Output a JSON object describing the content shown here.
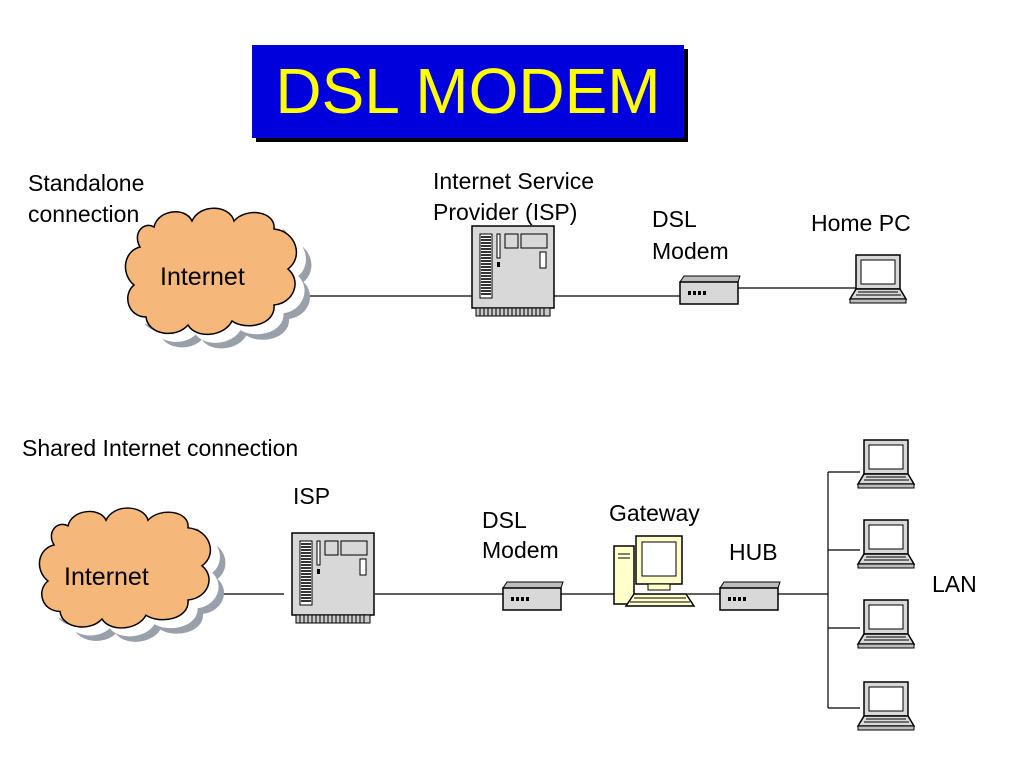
{
  "title": "DSL MODEM",
  "colors": {
    "title_bg": "#0000dd",
    "title_text": "#ffff00",
    "cloud_fill": "#f5b77a",
    "cloud_shadow": "#9aa0aa",
    "device_fill": "#d8d8d8",
    "line": "#000000"
  },
  "top": {
    "section_label_line1": "Standalone",
    "section_label_line2": "connection",
    "internet": "Internet",
    "isp_line1": "Internet Service",
    "isp_line2": "Provider (ISP)",
    "modem_line1": "DSL",
    "modem_line2": "Modem",
    "home_pc": "Home PC"
  },
  "bottom": {
    "section_label": "Shared Internet connection",
    "internet": "Internet",
    "isp": "ISP",
    "modem_line1": "DSL",
    "modem_line2": "Modem",
    "gateway": "Gateway",
    "hub": "HUB",
    "lan": "LAN"
  }
}
